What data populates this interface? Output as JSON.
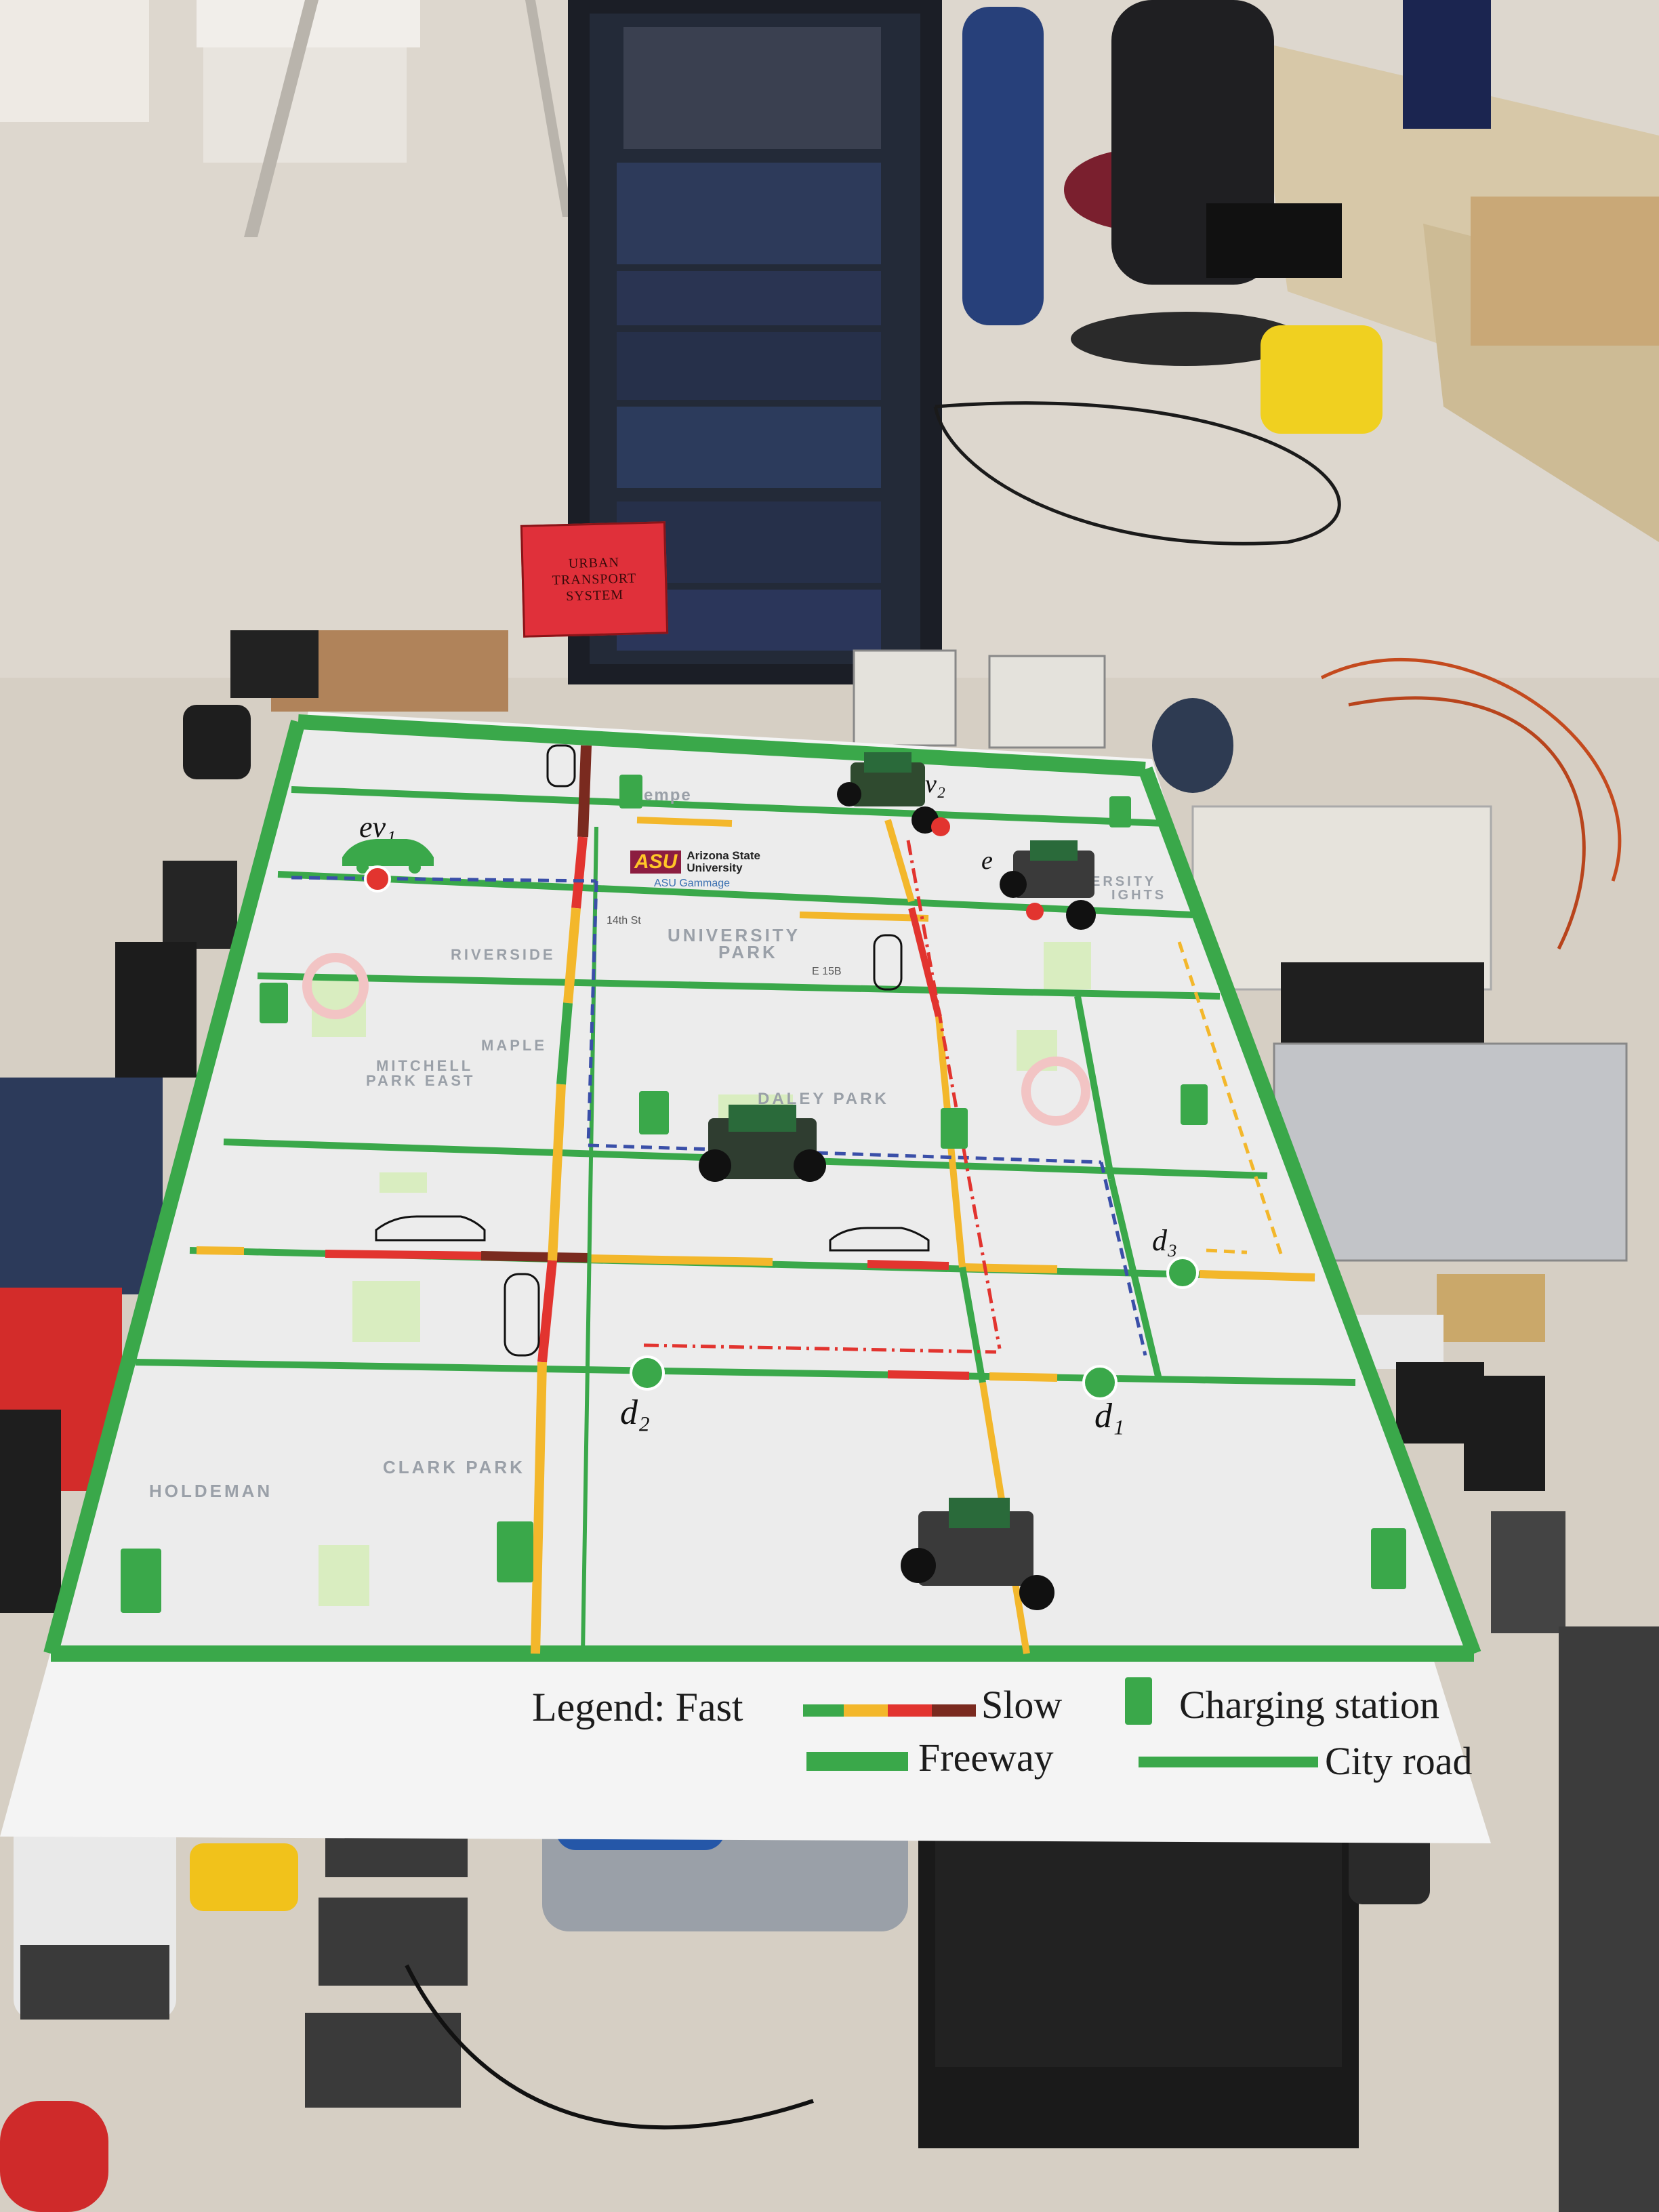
{
  "sign": {
    "line1": "URBAN",
    "line2": "TRANSPORT",
    "line3": "SYSTEM"
  },
  "map": {
    "title_logo": "ASU",
    "university_name": "Arizona State University",
    "gammage": "ASU Gammage",
    "street_14th": "14th St",
    "area_university_park": "UNIVERSITY",
    "area_park": "PARK",
    "street_e15": "E 15B",
    "area_riverside": "RIVERSIDE",
    "area_maple": "MAPLE",
    "area_mitchell": "MITCHELL",
    "area_park_east": "PARK EAST",
    "area_daley_park": "DALEY PARK",
    "area_tempe": "empe",
    "area_heights": "ERSITY",
    "area_heights2": "IGHTS",
    "area_clark_park": "CLARK PARK",
    "area_holdeman": "HOLDEMAN"
  },
  "labels": {
    "ev1": "ev₁",
    "ev2": "v₂",
    "ev3": "e",
    "d1": "d₁",
    "d2": "d₂",
    "d3": "d₃"
  },
  "legend": {
    "prefix": "Legend: Fast",
    "slow": "Slow",
    "charging": "Charging station",
    "freeway": "Freeway",
    "city_road": "City road"
  },
  "colors": {
    "freeway": "#3aa84a",
    "fast": "#3aa84a",
    "medium": "#f3b72b",
    "slow_red": "#e2342f",
    "slowest": "#7a2a1f",
    "route_blue": "#3a4fa8",
    "route_red": "#e2342f",
    "charger": "#3aa84a",
    "sign": "#e0303a"
  }
}
